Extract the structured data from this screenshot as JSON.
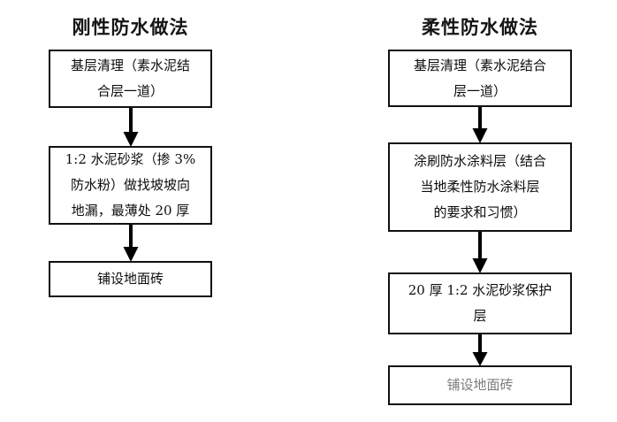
{
  "diagram": {
    "type": "flowchart",
    "orientation": "top-to-bottom",
    "columns": [
      {
        "id": "rigid",
        "title": "刚性防水做法",
        "nodes": [
          {
            "id": "l1",
            "lines": [
              "基层清理（素水泥结",
              "合层一道）"
            ]
          },
          {
            "id": "l2",
            "lines": [
              "1:2 水泥砂浆（掺 3%",
              "防水粉）做找坡坡向",
              "地漏，最薄处 20 厚"
            ]
          },
          {
            "id": "l3",
            "lines": [
              "铺设地面砖"
            ]
          }
        ],
        "arrows": [
          {
            "id": "al1",
            "from": "l1",
            "to": "l2",
            "glyph": "arrow-down-icon"
          },
          {
            "id": "al2",
            "from": "l2",
            "to": "l3",
            "glyph": "arrow-down-icon"
          }
        ]
      },
      {
        "id": "flexible",
        "title": "柔性防水做法",
        "nodes": [
          {
            "id": "r1",
            "lines": [
              "基层清理（素水泥结合",
              "层一道）"
            ]
          },
          {
            "id": "r2",
            "lines": [
              "涂刷防水涂料层（结合",
              "当地柔性防水涂料层",
              "的要求和习惯）"
            ]
          },
          {
            "id": "r3",
            "lines": [
              "20 厚 1:2 水泥砂浆保护",
              "层"
            ]
          },
          {
            "id": "r4",
            "lines": [
              "铺设地面砖"
            ]
          }
        ],
        "arrows": [
          {
            "id": "ar1",
            "from": "r1",
            "to": "r2",
            "glyph": "arrow-down-icon"
          },
          {
            "id": "ar2",
            "from": "r2",
            "to": "r3",
            "glyph": "arrow-down-icon"
          },
          {
            "id": "ar3",
            "from": "r3",
            "to": "r4",
            "glyph": "arrow-down-icon"
          }
        ]
      }
    ],
    "colors": {
      "background": "#ffffff",
      "box_border": "#111111",
      "box_fill": "#ffffff",
      "text": "#0d0d0d",
      "arrow": "#000000"
    }
  }
}
